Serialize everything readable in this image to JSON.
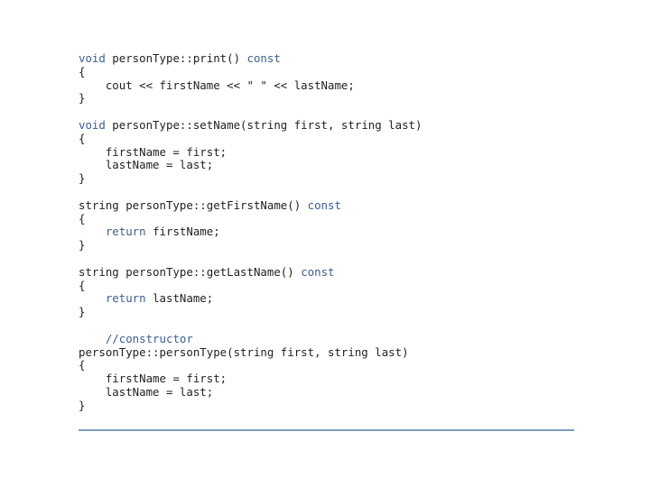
{
  "code": {
    "lines": [
      [
        {
          "t": "void",
          "k": 1
        },
        {
          "t": " personType::print() "
        },
        {
          "t": "const",
          "k": 1
        }
      ],
      [
        {
          "t": "{"
        }
      ],
      [
        {
          "t": "    cout << firstName << \" \" << lastName;"
        }
      ],
      [
        {
          "t": "}"
        }
      ],
      [
        {
          "t": ""
        }
      ],
      [
        {
          "t": "void",
          "k": 1
        },
        {
          "t": " personType::setName(string first, string last)"
        }
      ],
      [
        {
          "t": "{"
        }
      ],
      [
        {
          "t": "    firstName = first;"
        }
      ],
      [
        {
          "t": "    lastName = last;"
        }
      ],
      [
        {
          "t": "}"
        }
      ],
      [
        {
          "t": ""
        }
      ],
      [
        {
          "t": "string personType::getFirstName() "
        },
        {
          "t": "const",
          "k": 1
        }
      ],
      [
        {
          "t": "{"
        }
      ],
      [
        {
          "t": "    "
        },
        {
          "t": "return",
          "k": 1
        },
        {
          "t": " firstName;"
        }
      ],
      [
        {
          "t": "}"
        }
      ],
      [
        {
          "t": ""
        }
      ],
      [
        {
          "t": "string personType::getLastName() "
        },
        {
          "t": "const",
          "k": 1
        }
      ],
      [
        {
          "t": "{"
        }
      ],
      [
        {
          "t": "    "
        },
        {
          "t": "return",
          "k": 1
        },
        {
          "t": " lastName;"
        }
      ],
      [
        {
          "t": "}"
        }
      ],
      [
        {
          "t": ""
        }
      ],
      [
        {
          "t": "    "
        },
        {
          "t": "//constructor",
          "c": 1
        }
      ],
      [
        {
          "t": "personType::personType(string first, string last)"
        }
      ],
      [
        {
          "t": "{"
        }
      ],
      [
        {
          "t": "    firstName = first;"
        }
      ],
      [
        {
          "t": "    lastName = last;"
        }
      ],
      [
        {
          "t": "}"
        }
      ]
    ]
  },
  "colors": {
    "keyword": "#3a5f95",
    "text": "#222222",
    "rule": "#7f9cc0"
  }
}
